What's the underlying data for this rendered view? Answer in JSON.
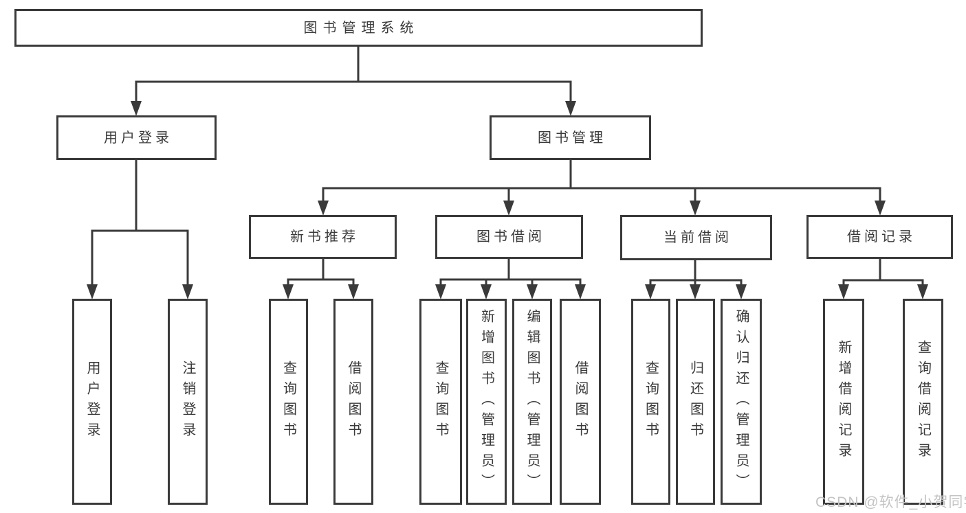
{
  "diagram": {
    "type": "hierarchy-tree",
    "colors": {
      "line": "#3a3a3a",
      "box_border": "#3a3a3a",
      "text": "#3a3a3a",
      "background": "#ffffff",
      "watermark_text_color": "#c4c4c4"
    },
    "root": {
      "label": "图书管理系统"
    },
    "level2": [
      {
        "label": "用户登录"
      },
      {
        "label": "图书管理"
      }
    ],
    "level3": [
      {
        "label": "新书推荐"
      },
      {
        "label": "图书借阅"
      },
      {
        "label": "当前借阅"
      },
      {
        "label": "借阅记录"
      }
    ],
    "leaves": {
      "user_login": [
        {
          "label": "用户登录"
        },
        {
          "label": "注销登录"
        }
      ],
      "new_book_recommend": [
        {
          "label": "查询图书"
        },
        {
          "label": "借阅图书"
        }
      ],
      "book_borrow": [
        {
          "label": "查询图书"
        },
        {
          "label": "新增图书（管理员）"
        },
        {
          "label": "编辑图书（管理员）"
        },
        {
          "label": "借阅图书"
        }
      ],
      "current_borrow": [
        {
          "label": "查询图书"
        },
        {
          "label": "归还图书"
        },
        {
          "label": "确认归还（管理员）"
        }
      ],
      "borrow_records": [
        {
          "label": "新增借阅记录"
        },
        {
          "label": "查询借阅记录"
        }
      ]
    }
  },
  "watermark": {
    "text": "CSDN @软件_小贺同学"
  }
}
